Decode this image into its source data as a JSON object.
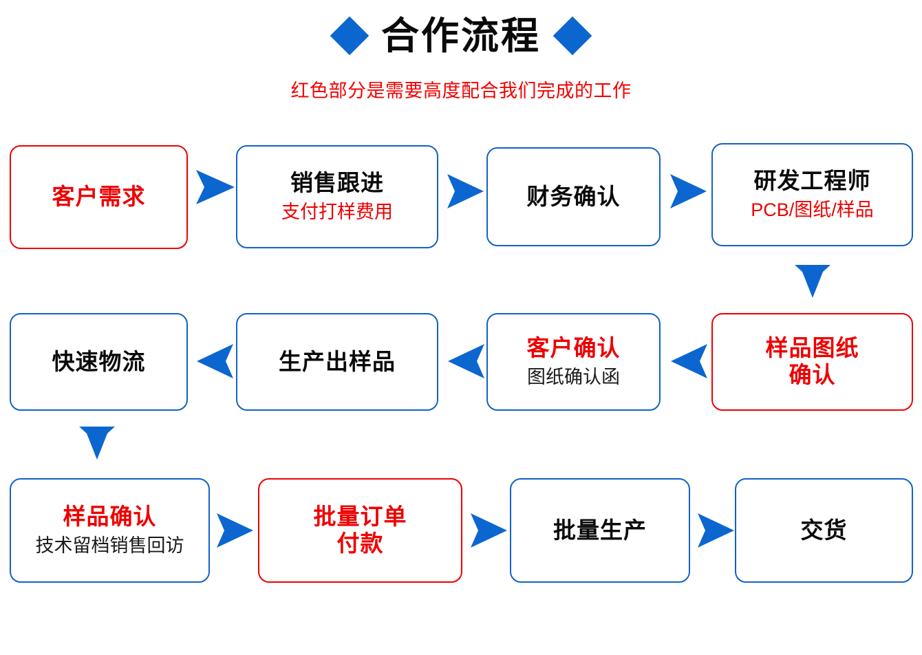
{
  "header": {
    "title": "合作流程",
    "subtitle": "红色部分是需要高度配合我们完成的工作",
    "left_diamond": "diamond-icon",
    "right_diamond": "diamond-icon"
  },
  "colors": {
    "brand_blue": "#0c66cf",
    "border_blue": "#1262c4",
    "accent_red": "#ee0000",
    "text_black": "#0a0a0a",
    "background": "#ffffff"
  },
  "flow": {
    "rows": [
      {
        "direction": "left-to-right",
        "nodes": [
          {
            "id": "customer-requirement",
            "primary": "客户需求",
            "primary_color": "red",
            "secondary": "",
            "border": "red"
          },
          {
            "id": "sales-follow-up",
            "primary": "销售跟进",
            "primary_color": "black",
            "secondary": "支付打样费用",
            "secondary_color": "red",
            "border": "blue"
          },
          {
            "id": "finance-confirmation",
            "primary": "财务确认",
            "primary_color": "black",
            "secondary": "",
            "border": "blue"
          },
          {
            "id": "rd-engineer",
            "primary": "研发工程师",
            "primary_color": "black",
            "secondary": "PCB/图纸/样品",
            "secondary_color": "red",
            "border": "blue"
          }
        ]
      },
      {
        "direction": "right-to-left",
        "nodes": [
          {
            "id": "fast-logistics",
            "primary": "快速物流",
            "primary_color": "black",
            "secondary": "",
            "border": "blue"
          },
          {
            "id": "produce-sample",
            "primary": "生产出样品",
            "primary_color": "black",
            "secondary": "",
            "border": "blue"
          },
          {
            "id": "customer-confirmation",
            "primary": "客户确认",
            "primary_color": "red",
            "secondary": "图纸确认函",
            "secondary_color": "black",
            "border": "blue"
          },
          {
            "id": "sample-drawing-confirmation",
            "primary": "样品图纸\n确认",
            "primary_color": "red",
            "secondary": "",
            "border": "red"
          }
        ]
      },
      {
        "direction": "left-to-right",
        "nodes": [
          {
            "id": "sample-confirmation",
            "primary": "样品确认",
            "primary_color": "red",
            "secondary": "技术留档销售回访",
            "secondary_color": "black",
            "border": "blue"
          },
          {
            "id": "bulk-order-payment",
            "primary": "批量订单\n付款",
            "primary_color": "red",
            "secondary": "",
            "border": "red"
          },
          {
            "id": "mass-production",
            "primary": "批量生产",
            "primary_color": "black",
            "secondary": "",
            "border": "blue"
          },
          {
            "id": "delivery",
            "primary": "交货",
            "primary_color": "black",
            "secondary": "",
            "border": "blue"
          }
        ]
      }
    ],
    "connectors": [
      {
        "id": "arrow-customer-requirement-to-sales-follow-up",
        "icon": "arrow-right-icon"
      },
      {
        "id": "arrow-sales-follow-up-to-finance-confirmation",
        "icon": "arrow-right-icon"
      },
      {
        "id": "arrow-finance-confirmation-to-rd-engineer",
        "icon": "arrow-right-icon"
      },
      {
        "id": "arrow-rd-engineer-to-sample-drawing-confirmation",
        "icon": "arrow-down-icon"
      },
      {
        "id": "arrow-sample-drawing-confirmation-to-customer-confirmation",
        "icon": "arrow-left-icon"
      },
      {
        "id": "arrow-customer-confirmation-to-produce-sample",
        "icon": "arrow-left-icon"
      },
      {
        "id": "arrow-produce-sample-to-fast-logistics",
        "icon": "arrow-left-icon"
      },
      {
        "id": "arrow-fast-logistics-to-sample-confirmation",
        "icon": "arrow-down-icon"
      },
      {
        "id": "arrow-sample-confirmation-to-bulk-order-payment",
        "icon": "arrow-right-icon"
      },
      {
        "id": "arrow-bulk-order-payment-to-mass-production",
        "icon": "arrow-right-icon"
      },
      {
        "id": "arrow-mass-production-to-delivery",
        "icon": "arrow-right-icon"
      }
    ]
  }
}
